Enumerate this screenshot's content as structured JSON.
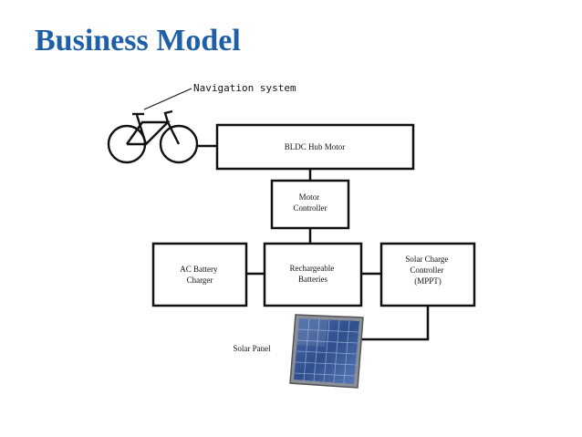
{
  "slide": {
    "title": "Business Model"
  },
  "diagram": {
    "navigation_label": "Navigation system",
    "hub_motor_label": "BLDC Hub Motor",
    "motor_controller_label": [
      "Motor",
      "Controller"
    ],
    "ac_charger_label": [
      "AC Battery",
      "Charger"
    ],
    "batteries_label": [
      "Rechargeable",
      "Batteries"
    ],
    "solar_controller_label": [
      "Solar Charge",
      "Controller",
      "(MPPT)"
    ],
    "solar_panel_label": "Solar Panel"
  }
}
